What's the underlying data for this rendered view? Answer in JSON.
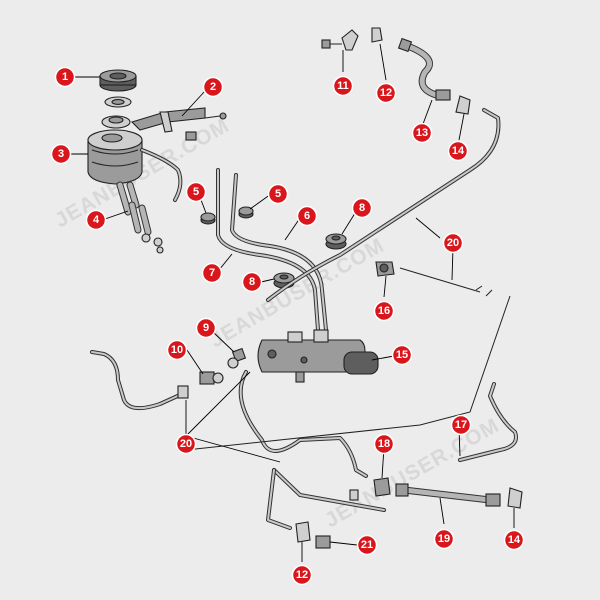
{
  "watermarks": [
    "JEANBUSER.COM",
    "JEANBUSER.COM",
    "JEANBUSER.COM"
  ],
  "colors": {
    "callout": "#d9161b",
    "background": "#ececec"
  },
  "callouts": [
    "1",
    "2",
    "3",
    "4",
    "5",
    "5",
    "6",
    "7",
    "8",
    "8",
    "9",
    "10",
    "11",
    "12",
    "13",
    "14",
    "15",
    "16",
    "17",
    "18",
    "19",
    "20",
    "20",
    "21",
    "12",
    "14"
  ]
}
